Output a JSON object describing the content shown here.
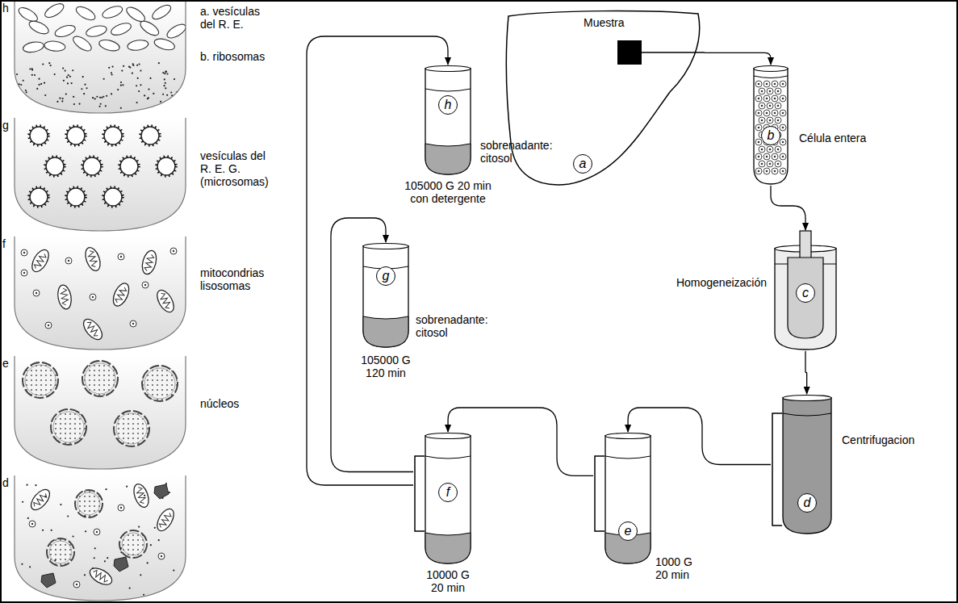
{
  "diagram": {
    "nodes": [
      {
        "text": [
          "Muestra",
          "a"
        ]
      },
      {
        "text": [
          "b"
        ]
      },
      {
        "text": [
          "c"
        ]
      },
      {
        "text": [
          "d"
        ]
      },
      {
        "text": [
          "e"
        ]
      },
      {
        "text": [
          "f"
        ]
      },
      {
        "text": [
          "g"
        ]
      },
      {
        "text": [
          "h"
        ]
      }
    ],
    "edges": [
      {
        "from": 0,
        "to": 1,
        "arrow": "to"
      },
      {
        "from": 1,
        "to": 2,
        "arrow": "to"
      },
      {
        "from": 2,
        "to": 3,
        "arrow": "to"
      },
      {
        "from": 3,
        "to": 4,
        "arrow": "to"
      },
      {
        "from": 4,
        "to": 5,
        "arrow": "to"
      },
      {
        "from": 5,
        "to": 6,
        "arrow": "to"
      },
      {
        "from": 5,
        "to": 7,
        "arrow": "to"
      }
    ],
    "labels": [
      "h",
      "a. vesículas del R. E.",
      "b. ribosomas",
      "g",
      "vesículas del R. E. G. (microsomas)",
      "f",
      "mitocondrias lisosomas",
      "e",
      "núcleos",
      "d",
      "105000 G 20 min con detergente",
      "sobrenadante: citosol",
      "105000 G 120 min",
      "sobrenadante: citosol",
      "10000 G 20 min",
      "1000 G 20 min",
      "Célula entera",
      "Homogeneización",
      "Centrifugacion"
    ]
  }
}
